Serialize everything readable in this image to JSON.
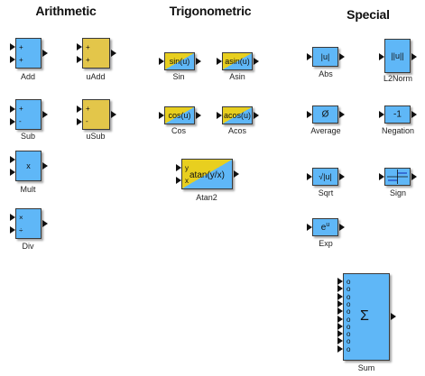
{
  "headers": {
    "arithmetic": "Arithmetic",
    "trigonometric": "Trigonometric",
    "special": "Special"
  },
  "blocks": {
    "add": {
      "label": "Add",
      "signs": [
        "+",
        "+"
      ]
    },
    "uadd": {
      "label": "uAdd",
      "signs": [
        "+",
        "+"
      ]
    },
    "sub": {
      "label": "Sub",
      "signs": [
        "+",
        "-"
      ]
    },
    "usub": {
      "label": "uSub",
      "signs": [
        "+",
        "-"
      ]
    },
    "mult": {
      "label": "Mult",
      "symbol": "x"
    },
    "div": {
      "label": "Div",
      "signs": [
        "×",
        "÷"
      ]
    },
    "sin": {
      "label": "Sin",
      "text": "sin(u)"
    },
    "asin": {
      "label": "Asin",
      "text": "asin(u)"
    },
    "cos": {
      "label": "Cos",
      "text": "cos(u)"
    },
    "acos": {
      "label": "Acos",
      "text": "acos(u)"
    },
    "atan2": {
      "label": "Atan2",
      "text": "atan(y/x)",
      "in_y": "y",
      "in_x": "x"
    },
    "abs": {
      "label": "Abs",
      "text": "|u|"
    },
    "l2norm": {
      "label": "L2Norm",
      "text": "||u||"
    },
    "average": {
      "label": "Average",
      "text": "Ø"
    },
    "negation": {
      "label": "Negation",
      "text": "-1"
    },
    "sqrt": {
      "label": "Sqrt",
      "text": "√|u|"
    },
    "sign": {
      "label": "Sign"
    },
    "exp": {
      "label": "Exp",
      "text": "e",
      "sup": "u"
    },
    "sum": {
      "label": "Sum",
      "text": "Σ",
      "input_marker": "o"
    }
  },
  "colors": {
    "blue": "#5fb7f7",
    "yellow": "#e3c64a",
    "trig_yellow": "#e8cf1f"
  }
}
